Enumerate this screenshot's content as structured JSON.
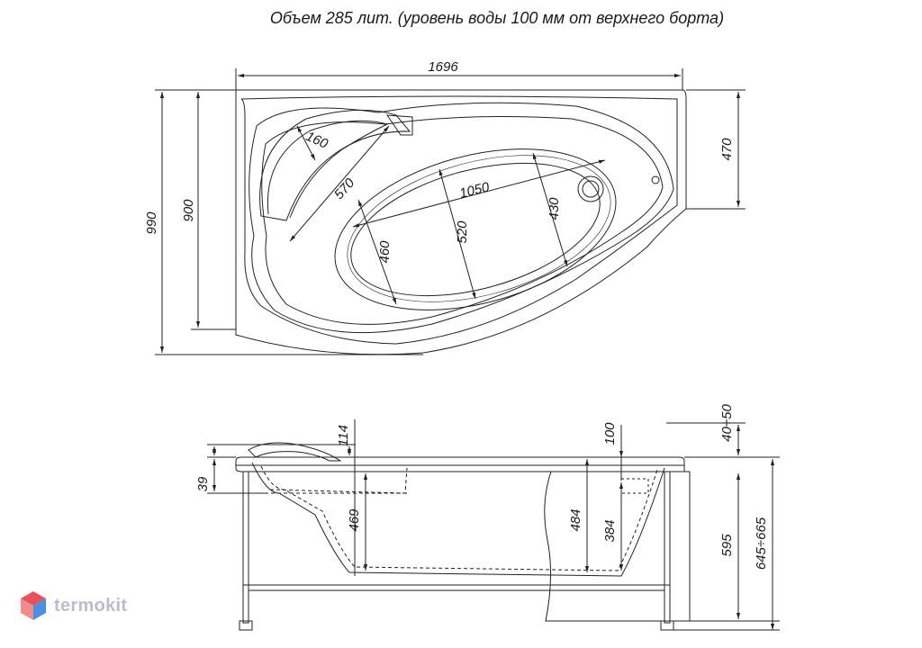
{
  "title": "Объем 285 лит. (уровень воды 100 мм от верхнего борта)",
  "top_view": {
    "width": "1696",
    "height_total": "990",
    "height_inner": "900",
    "right_side": "470",
    "headrest": "160",
    "seat": "570",
    "bowl_length": "1050",
    "bowl_width": "520",
    "bowl_right": "430",
    "bowl_left": "460"
  },
  "side_view": {
    "headrest_height": "114",
    "rim": "39",
    "water_level": "100",
    "leg_adjust": "40÷50",
    "depth_left": "469",
    "depth_total": "484",
    "depth_right": "384",
    "height_595": "595",
    "height_total": "645÷665"
  },
  "logo": {
    "text": "termokit",
    "colors": [
      "#e8505b",
      "#4a90e2",
      "#b9bec7"
    ]
  }
}
